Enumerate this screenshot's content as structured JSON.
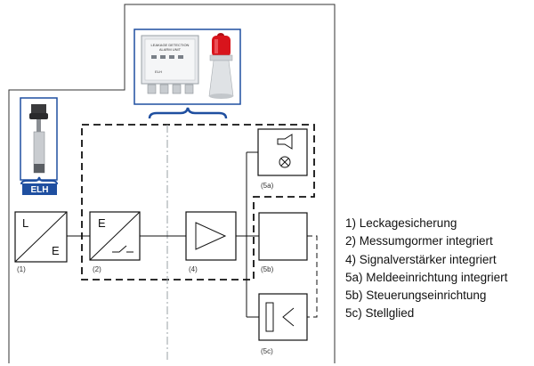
{
  "sensor": {
    "label": "ELH",
    "block_left_char": "L",
    "block_right_char": "E",
    "block_id": "(1)"
  },
  "converter": {
    "char": "E",
    "id": "(2)"
  },
  "amplifier": {
    "id": "(4)"
  },
  "signal_unit": {
    "id": "(5a)"
  },
  "control_unit": {
    "id": "(5b)"
  },
  "actuator": {
    "id": "(5c)"
  },
  "controller_panel_text": [
    "LEAKAGE DETECTION",
    "ALARM UNIT",
    "ELH"
  ],
  "legend": [
    "1) Leckagesicherung",
    "2) Messumgormer integriert",
    "4) Signalverstärker integriert",
    "5a) Meldeeinrichtung integriert",
    "5b) Steuerungseinrichtung",
    "5c) Stellglied"
  ],
  "colors": {
    "label_bg": "#1f4fa0",
    "frame_blue": "#1f4fa0",
    "beacon_red": "#d8141c",
    "line": "#111111"
  }
}
